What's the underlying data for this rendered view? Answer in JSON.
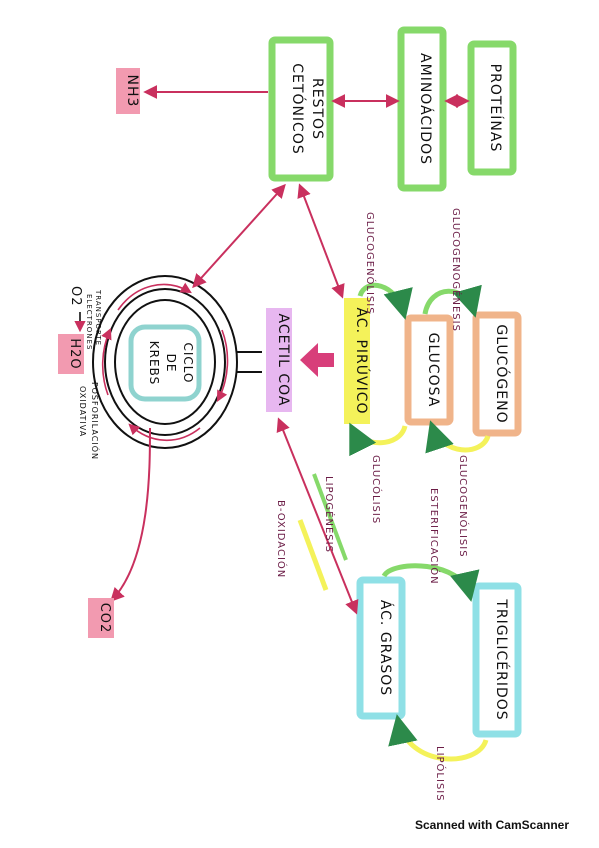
{
  "nodes": {
    "restos": [
      "RESTOS",
      "CETÓNICOS"
    ],
    "aminoacidos": "AMINOÁCIDOS",
    "proteinas": "PROTEÍNAS",
    "nh3": "NH3",
    "krebs": [
      "CICLO",
      "DE",
      "KREBS"
    ],
    "acetil": "ACETIL COA",
    "piruvico": "ÁC. PIRÚVICO",
    "glucosa": "GLUCOSA",
    "glucogeno": "GLUCÓGENO",
    "grasos": "ÁC. GRASOS",
    "trigliceridos": "TRIGLICÉRIDOS",
    "h2o": "H2O",
    "o2": "O2",
    "co2": "CO2"
  },
  "processes": {
    "glucogenolisis": "GLUCOGENÓLISIS",
    "glucogenogenesis": "GLUCOGENOGÉNESIS",
    "glucolisis": "GLUCÓLISIS",
    "glucogenolisis2": "GLUCOGENÓLISIS",
    "lipogenesis": "LIPOGÉNESIS",
    "b_oxidacion": "B-OXIDACIÓN",
    "esterificacion": "ESTERIFICACIÓN",
    "lipolisis": "LIPÓLISIS",
    "transporte": [
      "TRANSPORTE",
      "ELECTRONES"
    ],
    "fosforilacion": [
      "FOSFORILACIÓN",
      "OXIDATIVA"
    ]
  },
  "footer": "Scanned with CamScanner",
  "colors": {
    "green": "#86d96a",
    "peach": "#f0b48a",
    "cyan": "#8fe0e6",
    "pink": "#f29ab0",
    "violet": "#e7b7f0",
    "yellow": "#f4f25a",
    "arrow": "#c9305e",
    "text": "#6b1c46",
    "krebs_fill": "#8fd3cf"
  }
}
